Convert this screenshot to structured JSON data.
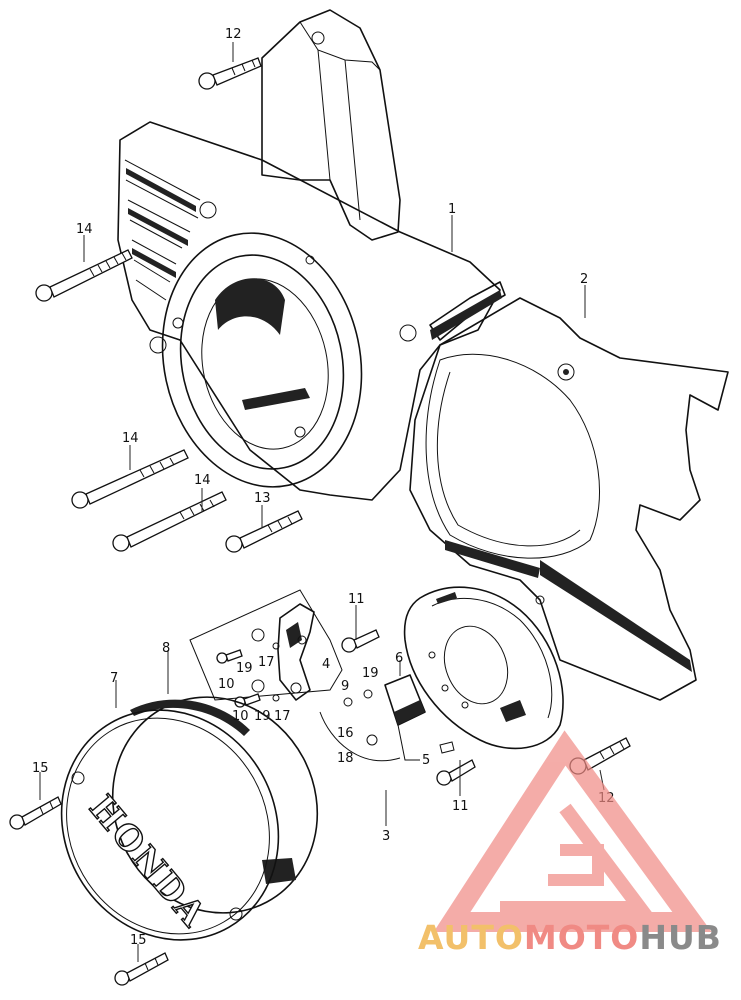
{
  "callouts": {
    "c1": "1",
    "c2": "2",
    "c3": "3",
    "c4": "4",
    "c5": "5",
    "c6": "6",
    "c7": "7",
    "c8": "8",
    "c9": "9",
    "c10a": "10",
    "c10b": "10",
    "c11a": "11",
    "c11b": "11",
    "c12a": "12",
    "c12b": "12",
    "c13": "13",
    "c14a": "14",
    "c14b": "14",
    "c14c": "14",
    "c15a": "15",
    "c15b": "15",
    "c16": "16",
    "c17a": "17",
    "c17b": "17",
    "c18": "18",
    "c19a": "19",
    "c19b": "19",
    "c19c": "19"
  },
  "cover_lettering": "HONDA",
  "watermark": {
    "part1": "AUTO",
    "part2": "MOTO",
    "part3": "HUB",
    "colors": {
      "auto": "#f2c06a",
      "moto": "#f08a84",
      "hub": "#8a8a8a",
      "logo": "#f08a84"
    }
  }
}
